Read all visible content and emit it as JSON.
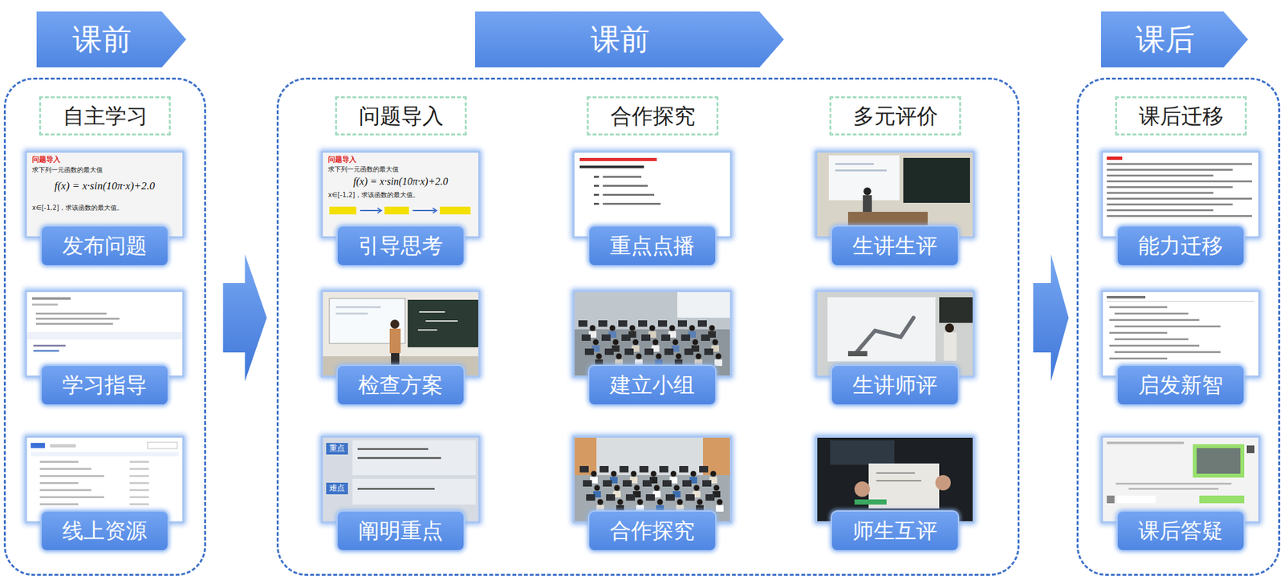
{
  "diagram": {
    "nodes": [
      {
        "text": [
          "课前"
        ]
      },
      {
        "text": [
          "自主学习"
        ],
        "in": 0
      },
      {
        "text": [
          "发布问题"
        ],
        "in": 0
      },
      {
        "text": [
          "学习指导"
        ],
        "in": 0
      },
      {
        "text": [
          "线上资源"
        ],
        "in": 0
      },
      {
        "text": [
          "课前"
        ]
      },
      {
        "text": [
          "问题导入"
        ],
        "in": 5
      },
      {
        "text": [
          "引导思考"
        ],
        "in": 5
      },
      {
        "text": [
          "检查方案"
        ],
        "in": 5
      },
      {
        "text": [
          "阐明重点"
        ],
        "in": 5
      },
      {
        "text": [
          "合作探究"
        ],
        "in": 5
      },
      {
        "text": [
          "重点点播"
        ],
        "in": 5
      },
      {
        "text": [
          "建立小组"
        ],
        "in": 5
      },
      {
        "text": [
          "合作探究"
        ],
        "in": 5
      },
      {
        "text": [
          "多元评价"
        ],
        "in": 5
      },
      {
        "text": [
          "生讲生评"
        ],
        "in": 5
      },
      {
        "text": [
          "生讲师评"
        ],
        "in": 5
      },
      {
        "text": [
          "师生互评"
        ],
        "in": 5
      },
      {
        "text": [
          "课后"
        ]
      },
      {
        "text": [
          "课后迁移"
        ],
        "in": 18
      },
      {
        "text": [
          "能力迁移"
        ],
        "in": 18
      },
      {
        "text": [
          "启发新智"
        ],
        "in": 18
      },
      {
        "text": [
          "课后答疑"
        ],
        "in": 18
      }
    ],
    "edges": [
      {
        "from": 0,
        "to": 5,
        "arrow": "to"
      },
      {
        "from": 5,
        "to": 18,
        "arrow": "to"
      }
    ],
    "labels": [
      "问题导入",
      "求下列一元函数的最大值",
      "f(x) = x·sin(10π·x)+2.0",
      "x∈[-1,2]，求该函数的最大值。",
      "问题导入",
      "求下列一元函数的最大值",
      "f(x) = x·sin(10π·x)+2.0",
      "x∈[-1,2]，求该函数的最大值。",
      "重点",
      "难点"
    ]
  }
}
